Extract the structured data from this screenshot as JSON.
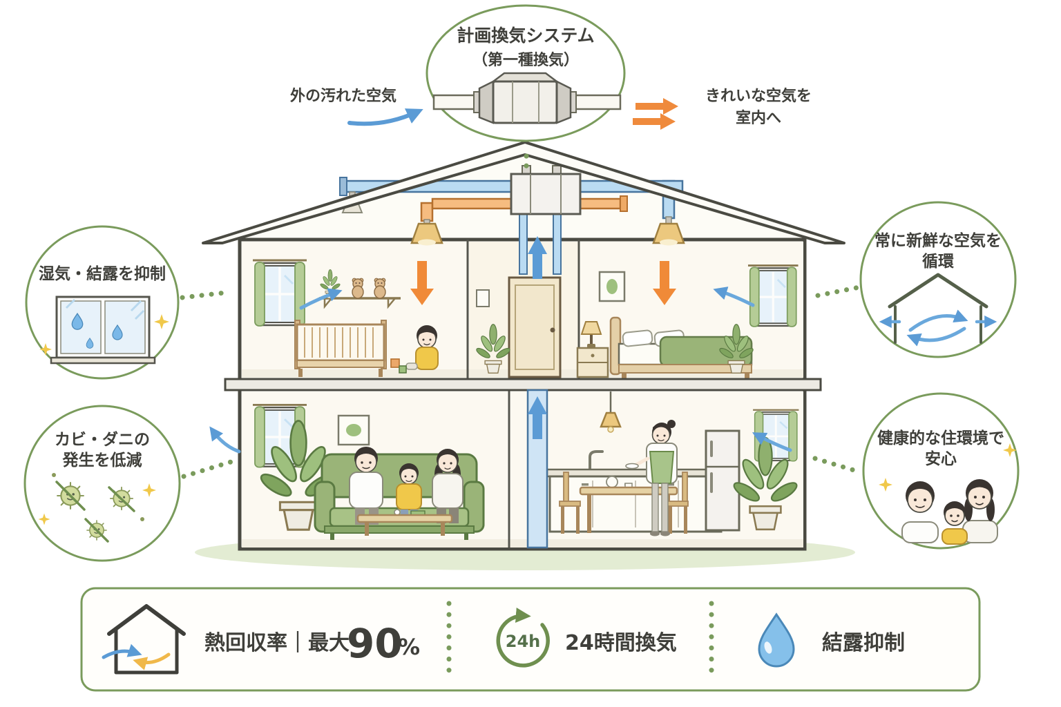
{
  "top_callout": {
    "title_line1": "計画換気システム",
    "title_line2": "（第一種換気）",
    "dirty_air_label": "外の汚れた空気",
    "clean_air_line1": "きれいな空気を",
    "clean_air_line2": "室内へ"
  },
  "callouts": {
    "humidity": {
      "title": "湿気・結露を抑制"
    },
    "mold": {
      "title_line1": "カビ・ダニの",
      "title_line2": "発生を低減"
    },
    "circulation": {
      "title_line1": "常に新鮮な空気を",
      "title_line2": "循環"
    },
    "healthy": {
      "title_line1": "健康的な住環境で",
      "title_line2": "安心"
    }
  },
  "bottom_bar": {
    "heat_recovery": {
      "label": "熱回収率｜最大",
      "value": "90",
      "unit": "%"
    },
    "ventilation": {
      "badge": "24h",
      "label": "24時間換気"
    },
    "condensation": {
      "label": "結露抑制"
    }
  },
  "colors": {
    "green": "#6f8f4f",
    "blue": "#5b9bd5",
    "orange": "#ef8a3c",
    "text": "#3f3f3a"
  },
  "icons": {
    "heat_exchanger": "heat-exchanger-unit-icon",
    "condensation_window": "condensation-window-icon",
    "mold_mites": "mold-mites-icon",
    "air_circulation": "air-circulation-house-icon",
    "family": "family-icon",
    "heat_recovery_house": "heat-recovery-house-icon",
    "badge_24h": "24h-circle-arrow-icon",
    "water_drop": "water-drop-icon"
  }
}
